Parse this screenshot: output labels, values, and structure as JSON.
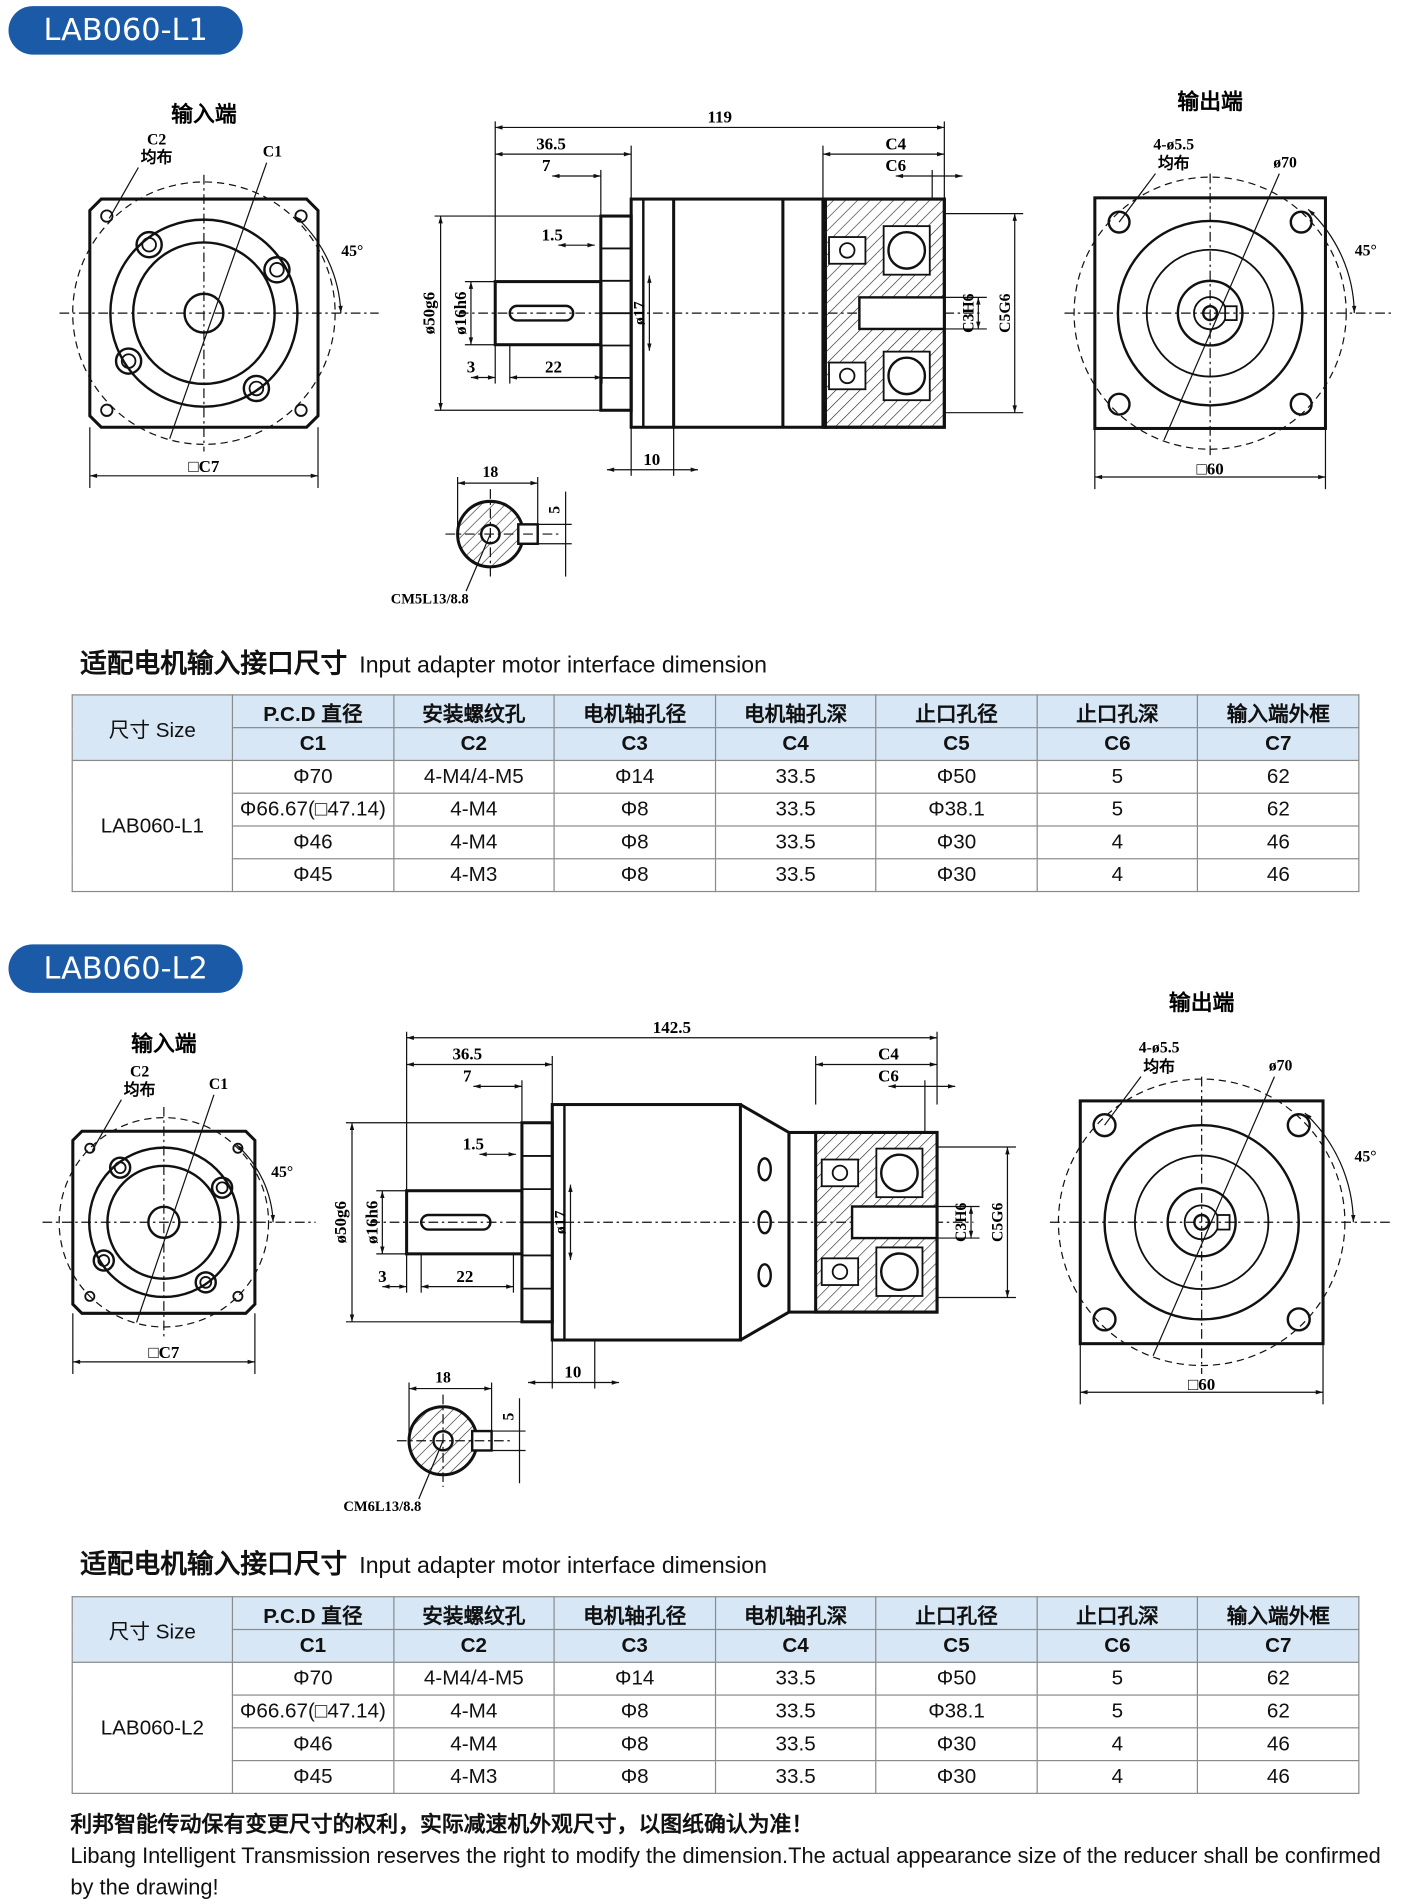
{
  "sections": [
    {
      "badge": "LAB060-L1",
      "drawing": {
        "input_title": "输入端",
        "output_title": "输出端",
        "c2": "C2",
        "even": "均布",
        "c1": "C1",
        "angle_in": "45°",
        "c7": "□C7",
        "out_holes": "4-ø5.5",
        "out_even": "均布",
        "out_pcd": "ø70",
        "angle_out": "45°",
        "out_square": "□60",
        "length": "119",
        "d36": "36.5",
        "d7": "7",
        "d15": "1.5",
        "c4": "C4",
        "c6": "C6",
        "d50": "ø50g6",
        "d16": "ø16h6",
        "d17": "ø17",
        "c3h6": "C3H6",
        "c5g6": "C5G6",
        "d3": "3",
        "d22": "22",
        "d10": "10",
        "key18": "18",
        "key5": "5",
        "thread": "CM5L13/8.8"
      },
      "table_title_cn": "适配电机输入接口尺寸",
      "table_title_en": "Input adapter motor interface dimension",
      "table": {
        "size_label": "尺寸 Size",
        "headers": [
          "P.C.D 直径",
          "安装螺纹孔",
          "电机轴孔径",
          "电机轴孔深",
          "止口孔径",
          "止口孔深",
          "输入端外框"
        ],
        "codes": [
          "C1",
          "C2",
          "C3",
          "C4",
          "C5",
          "C6",
          "C7"
        ],
        "model": "LAB060-L1",
        "rows": [
          [
            "Φ70",
            "4-M4/4-M5",
            "Φ14",
            "33.5",
            "Φ50",
            "5",
            "62"
          ],
          [
            "Φ66.67(□47.14)",
            "4-M4",
            "Φ8",
            "33.5",
            "Φ38.1",
            "5",
            "62"
          ],
          [
            "Φ46",
            "4-M4",
            "Φ8",
            "33.5",
            "Φ30",
            "4",
            "46"
          ],
          [
            "Φ45",
            "4-M3",
            "Φ8",
            "33.5",
            "Φ30",
            "4",
            "46"
          ]
        ]
      }
    },
    {
      "badge": "LAB060-L2",
      "drawing": {
        "input_title": "输入端",
        "output_title": "输出端",
        "c2": "C2",
        "even": "均布",
        "c1": "C1",
        "angle_in": "45°",
        "c7": "□C7",
        "out_holes": "4-ø5.5",
        "out_even": "均布",
        "out_pcd": "ø70",
        "angle_out": "45°",
        "out_square": "□60",
        "length": "142.5",
        "d36": "36.5",
        "d7": "7",
        "d15": "1.5",
        "c4": "C4",
        "c6": "C6",
        "d50": "ø50g6",
        "d16": "ø16h6",
        "d17": "ø17",
        "c3h6": "C3H6",
        "c5g6": "C5G6",
        "d3": "3",
        "d22": "22",
        "d10": "10",
        "key18": "18",
        "key5": "5",
        "thread": "CM6L13/8.8"
      },
      "table_title_cn": "适配电机输入接口尺寸",
      "table_title_en": "Input adapter motor interface dimension",
      "table": {
        "size_label": "尺寸 Size",
        "headers": [
          "P.C.D 直径",
          "安装螺纹孔",
          "电机轴孔径",
          "电机轴孔深",
          "止口孔径",
          "止口孔深",
          "输入端外框"
        ],
        "codes": [
          "C1",
          "C2",
          "C3",
          "C4",
          "C5",
          "C6",
          "C7"
        ],
        "model": "LAB060-L2",
        "rows": [
          [
            "Φ70",
            "4-M4/4-M5",
            "Φ14",
            "33.5",
            "Φ50",
            "5",
            "62"
          ],
          [
            "Φ66.67(□47.14)",
            "4-M4",
            "Φ8",
            "33.5",
            "Φ38.1",
            "5",
            "62"
          ],
          [
            "Φ46",
            "4-M4",
            "Φ8",
            "33.5",
            "Φ30",
            "4",
            "46"
          ],
          [
            "Φ45",
            "4-M3",
            "Φ8",
            "33.5",
            "Φ30",
            "4",
            "46"
          ]
        ]
      }
    }
  ],
  "footer": {
    "cn": "利邦智能传动保有变更尺寸的权利，实际减速机外观尺寸，以图纸确认为准！",
    "en": "Libang Intelligent Transmission reserves the right to modify the dimension.The actual appearance size of the reducer shall be confirmed by the drawing!"
  }
}
